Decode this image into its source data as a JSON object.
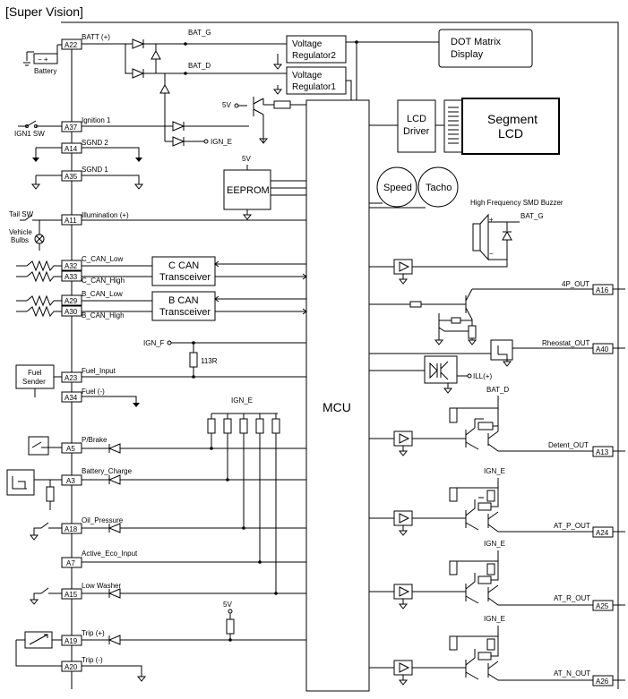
{
  "title": "[Super Vision]",
  "connector_pins": [
    {
      "pin": "A22",
      "signal": "BATT (+)",
      "device": "Battery"
    },
    {
      "pin": "A37",
      "signal": "Ignition 1",
      "device": "IGN1 SW"
    },
    {
      "pin": "A14",
      "signal": "SGND 2",
      "device": ""
    },
    {
      "pin": "A35",
      "signal": "SGND 1",
      "device": ""
    },
    {
      "pin": "A11",
      "signal": "Illumination (+)",
      "device": "Tail SW"
    },
    {
      "pin": "A32",
      "signal": "C_CAN_Low",
      "device": ""
    },
    {
      "pin": "A33",
      "signal": "C_CAN_High",
      "device": ""
    },
    {
      "pin": "A29",
      "signal": "B_CAN_Low",
      "device": ""
    },
    {
      "pin": "A30",
      "signal": "B_CAN_High",
      "device": ""
    },
    {
      "pin": "A23",
      "signal": "Fuel_Input",
      "device": "Fuel Sender"
    },
    {
      "pin": "A34",
      "signal": "Fuel (-)",
      "device": ""
    },
    {
      "pin": "A5",
      "signal": "P/Brake",
      "device": ""
    },
    {
      "pin": "A3",
      "signal": "Battery_Charge",
      "device": ""
    },
    {
      "pin": "A18",
      "signal": "Oil_Pressure",
      "device": ""
    },
    {
      "pin": "A7",
      "signal": "Active_Eco_Input",
      "device": ""
    },
    {
      "pin": "A15",
      "signal": "Low Washer",
      "device": ""
    },
    {
      "pin": "A19",
      "signal": "Trip (+)",
      "device": ""
    },
    {
      "pin": "A20",
      "signal": "Trip (-)",
      "device": ""
    }
  ],
  "output_pins": [
    {
      "pin": "A16",
      "signal": "4P_OUT"
    },
    {
      "pin": "A40",
      "signal": "Rheostat_OUT"
    },
    {
      "pin": "A13",
      "signal": "Detent_OUT"
    },
    {
      "pin": "A24",
      "signal": "AT_P_OUT"
    },
    {
      "pin": "A25",
      "signal": "AT_R_OUT"
    },
    {
      "pin": "A26",
      "signal": "AT_N_OUT"
    }
  ],
  "labels": {
    "battery": "Battery",
    "ign1_sw": "IGN1 SW",
    "tail_sw": "Tail SW",
    "vehicle_bulbs_1": "Vehicle",
    "vehicle_bulbs_2": "Bulbs",
    "fuel_sender_1": "Fuel",
    "fuel_sender_2": "Sender",
    "bat_g": "BAT_G",
    "bat_d": "BAT_D",
    "five_v": "5V",
    "ign_e": "IGN_E",
    "ign_f": "IGN_F",
    "r113": "113R",
    "ill": "ILL(+)",
    "buzzer": "High Frequency SMD Buzzer",
    "plus": "+",
    "minus": "−",
    "batt_minus_plus": "− +"
  },
  "blocks": {
    "vreg2_1": "Voltage",
    "vreg2_2": "Regulator2",
    "vreg1_1": "Voltage",
    "vreg1_2": "Regulator1",
    "dot_1": "DOT Matrix",
    "dot_2": "Display",
    "lcd_driver_1": "LCD",
    "lcd_driver_2": "Driver",
    "seg_1": "Segment",
    "seg_2": "LCD",
    "eeprom": "EEPROM",
    "speed": "Speed",
    "tacho": "Tacho",
    "ccan_1": "C CAN",
    "ccan_2": "Transceiver",
    "bcan_1": "B CAN",
    "bcan_2": "Transceiver",
    "mcu": "MCU"
  }
}
